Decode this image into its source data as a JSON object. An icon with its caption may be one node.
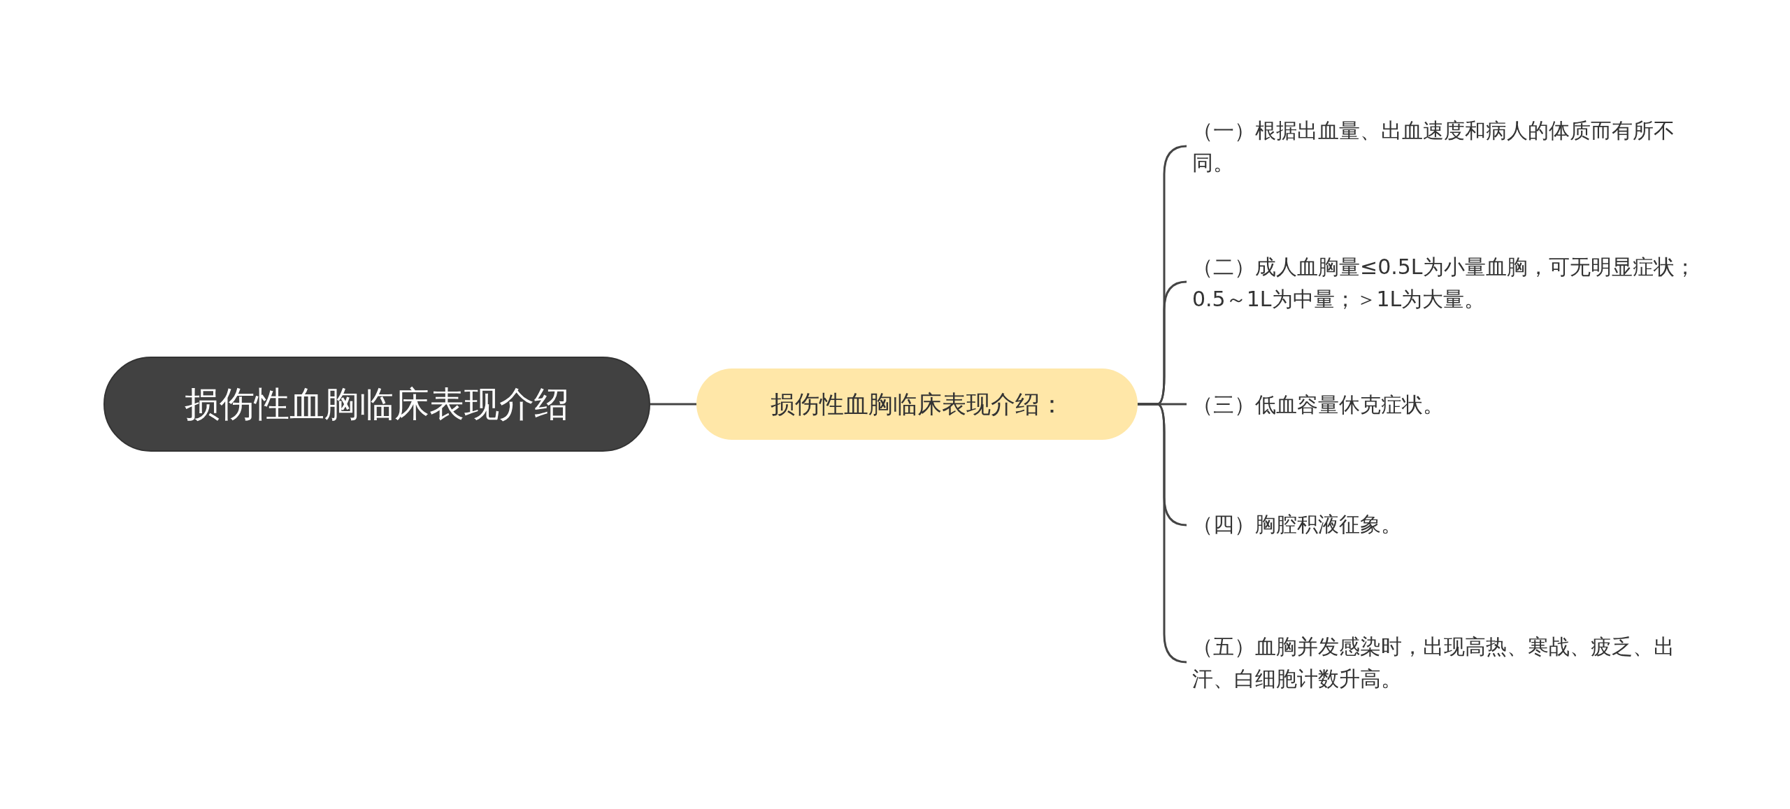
{
  "diagram": {
    "nodes": [
      {
        "text": [
          "损伤性血胸临床表现介绍"
        ]
      },
      {
        "text": [
          "损伤性血胸临床表现介绍："
        ]
      },
      {
        "text": [
          "（一）根据出血量、出血速度和病人的体质而有所不同。"
        ]
      },
      {
        "text": [
          "（二）成人血胸量≤0.5L为小量血胸，可无明显症状；0.5～1L为中量；＞1L为大量。"
        ]
      },
      {
        "text": [
          "（三）低血容量休克症状。"
        ]
      },
      {
        "text": [
          "（四）胸腔积液征象。"
        ]
      },
      {
        "text": [
          "（五）血胸并发感染时，出现高热、寒战、疲乏、出汗、白细胞计数升高。"
        ]
      }
    ],
    "edges": [
      {
        "from": 0,
        "to": 1,
        "arrow": "none"
      },
      {
        "from": 1,
        "to": 2,
        "arrow": "none"
      },
      {
        "from": 1,
        "to": 3,
        "arrow": "none"
      },
      {
        "from": 1,
        "to": 4,
        "arrow": "none"
      },
      {
        "from": 1,
        "to": 5,
        "arrow": "none"
      },
      {
        "from": 1,
        "to": 6,
        "arrow": "none"
      }
    ]
  }
}
